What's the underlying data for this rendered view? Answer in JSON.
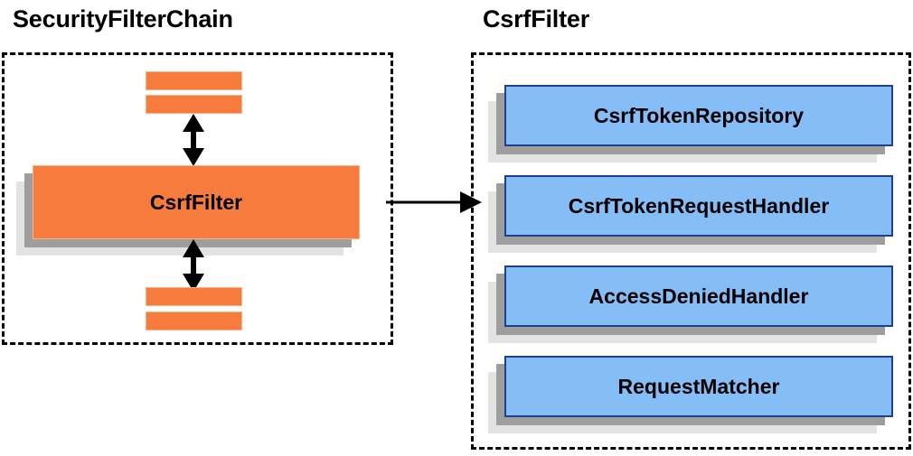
{
  "diagram": {
    "type": "architecture-block-diagram",
    "background": "#ffffff",
    "panels": [
      {
        "id": "security-filter-chain",
        "title": "SecurityFilterChain",
        "border_style": "dashed",
        "border_color": "#000000",
        "items": [
          {
            "kind": "bar",
            "label": "",
            "color": "#f57c3c"
          },
          {
            "kind": "bar",
            "label": "",
            "color": "#f57c3c"
          },
          {
            "kind": "box",
            "label": "CsrfFilter",
            "color": "#f57c3c",
            "shadow": true
          },
          {
            "kind": "bar",
            "label": "",
            "color": "#f57c3c"
          },
          {
            "kind": "bar",
            "label": "",
            "color": "#f57c3c"
          }
        ],
        "connectors": [
          {
            "kind": "double-arrow",
            "orientation": "vertical",
            "from": "filter-bar-2",
            "to": "csrf-filter-box"
          },
          {
            "kind": "double-arrow",
            "orientation": "vertical",
            "from": "csrf-filter-box",
            "to": "filter-bar-3"
          }
        ]
      },
      {
        "id": "csrf-filter",
        "title": "CsrfFilter",
        "border_style": "dashed",
        "border_color": "#000000",
        "items": [
          {
            "kind": "box",
            "label": "CsrfTokenRepository",
            "color": "#85bdf7",
            "shadow": true
          },
          {
            "kind": "box",
            "label": "CsrfTokenRequestHandler",
            "color": "#85bdf7",
            "shadow": true
          },
          {
            "kind": "box",
            "label": "AccessDeniedHandler",
            "color": "#85bdf7",
            "shadow": true
          },
          {
            "kind": "box",
            "label": "RequestMatcher",
            "color": "#85bdf7",
            "shadow": true
          }
        ]
      }
    ],
    "cross_connector": {
      "kind": "single-arrow",
      "orientation": "horizontal",
      "from_panel": "security-filter-chain",
      "to_panel": "csrf-filter",
      "color": "#000000"
    },
    "colors": {
      "orange_fill": "#f57c3c",
      "orange_border": "#fbb384",
      "blue_fill": "#85bdf7",
      "blue_border": "#1f3f8f",
      "shadow_near": "#9e9e9e",
      "shadow_far": "#e3e3e3",
      "text": "#000000",
      "panel_border": "#000000"
    }
  }
}
